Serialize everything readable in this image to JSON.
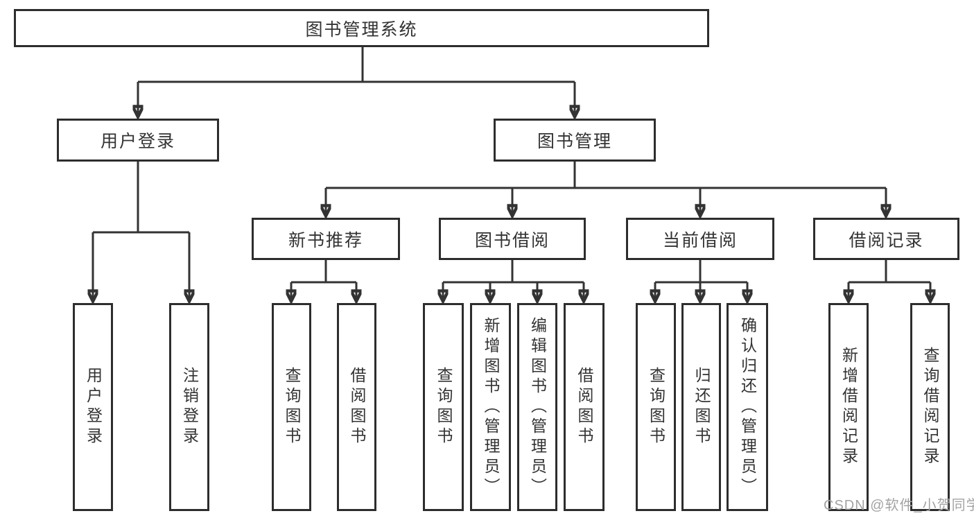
{
  "diagram": {
    "style": {
      "line_color": "#333333",
      "box_border_color": "#2d2d2d",
      "box_fill_color": "#ffffff",
      "text_color": "#333333"
    },
    "root": {
      "label": "图书管理系统",
      "children": [
        {
          "label": "用户登录",
          "children": [
            {
              "label": "用户登录"
            },
            {
              "label": "注销登录"
            }
          ]
        },
        {
          "label": "图书管理",
          "children": [
            {
              "label": "新书推荐",
              "children": [
                {
                  "label": "查询图书"
                },
                {
                  "label": "借阅图书"
                }
              ]
            },
            {
              "label": "图书借阅",
              "children": [
                {
                  "label": "查询图书"
                },
                {
                  "label": "新增图书（管理员）"
                },
                {
                  "label": "编辑图书（管理员）"
                },
                {
                  "label": "借阅图书"
                }
              ]
            },
            {
              "label": "当前借阅",
              "children": [
                {
                  "label": "查询图书"
                },
                {
                  "label": "归还图书"
                },
                {
                  "label": "确认归还（管理员）"
                }
              ]
            },
            {
              "label": "借阅记录",
              "children": [
                {
                  "label": "新增借阅记录"
                },
                {
                  "label": "查询借阅记录"
                }
              ]
            }
          ]
        }
      ]
    }
  },
  "watermark": {
    "text": "CSDN @软件_小贺同学",
    "color": "#a3a3a3"
  }
}
